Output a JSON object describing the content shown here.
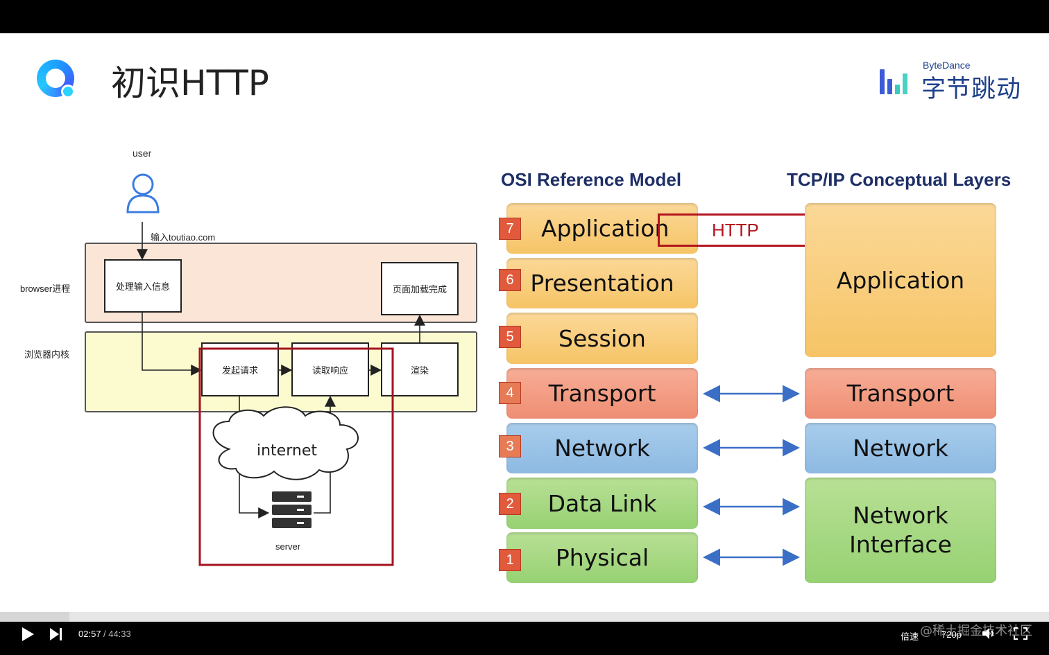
{
  "slide": {
    "title": "初识HTTP",
    "brand_small": "ByteDance",
    "brand_big": "字节跳动"
  },
  "flow": {
    "user_label": "user",
    "input_label": "输入toutiao.com",
    "browser_process": "browser进程",
    "browser_kernel": "浏览器内核",
    "handle_input": "处理输入信息",
    "page_loaded": "页面加载完成",
    "send_request": "发起请求",
    "read_response": "读取响应",
    "render": "渲染",
    "internet": "internet",
    "server": "server"
  },
  "osi": {
    "osi_heading": "OSI Reference Model",
    "tcpip_heading": "TCP/IP Conceptual Layers",
    "http_label": "HTTP",
    "layers": [
      {
        "num": "7",
        "name": "Application"
      },
      {
        "num": "6",
        "name": "Presentation"
      },
      {
        "num": "5",
        "name": "Session"
      },
      {
        "num": "4",
        "name": "Transport"
      },
      {
        "num": "3",
        "name": "Network"
      },
      {
        "num": "2",
        "name": "Data Link"
      },
      {
        "num": "1",
        "name": "Physical"
      }
    ],
    "tcpip": {
      "application": "Application",
      "transport": "Transport",
      "network": "Network",
      "interface_line1": "Network",
      "interface_line2": "Interface"
    },
    "colors": {
      "orange": "#f6c466",
      "red": "#ee8e73",
      "blue": "#8db9e2",
      "green": "#97d173",
      "highlight": "#b3141f"
    }
  },
  "player": {
    "current_time": "02:57",
    "total_time": "/ 44:33",
    "progress": 0.066,
    "speed_label": "倍速",
    "quality_label": "720p",
    "watermark": "@稀土掘金技术社区"
  }
}
